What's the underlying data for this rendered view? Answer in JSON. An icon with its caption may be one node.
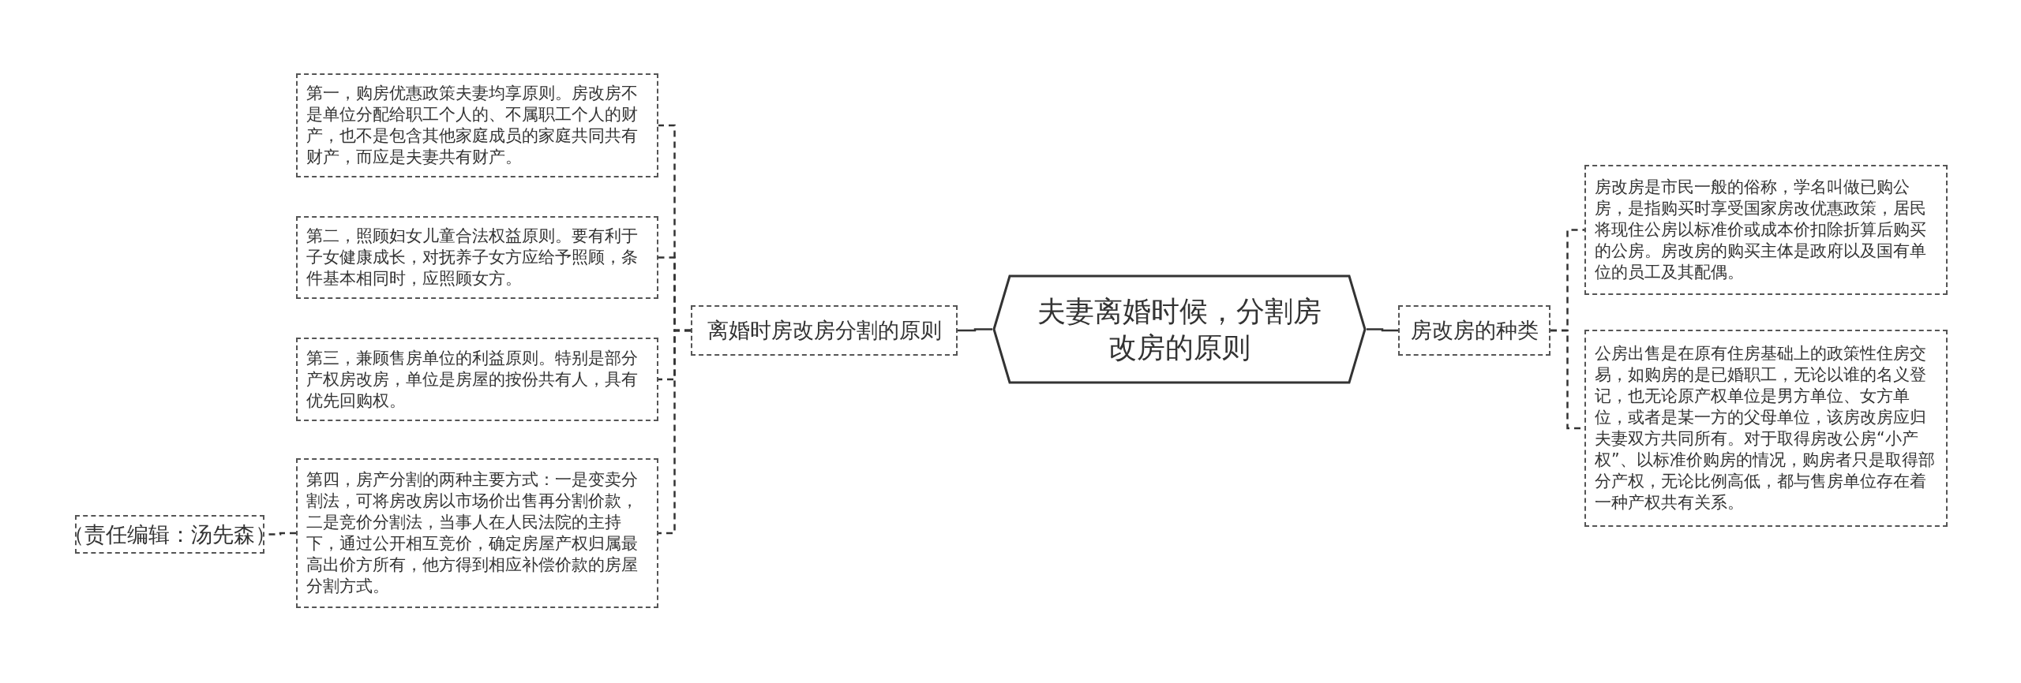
{
  "diagram": {
    "nodes": [
      {
        "text": [
          "夫妻离婚时候，分割房改房的原则"
        ]
      },
      {
        "text": [
          "离婚时房改房分割的原则"
        ]
      },
      {
        "text": [
          "第一，购房优惠政策夫妻均享原则。房改房不是单位分配给职工个人的、不属职工个人的财产，也不是包含其他家庭成员的家庭共同共有财产，而应是夫妻共有财产。"
        ]
      },
      {
        "text": [
          "第二，照顾妇女儿童合法权益原则。要有利于子女健康成长，对抚养子女方应给予照顾，条件基本相同时，应照顾女方。"
        ]
      },
      {
        "text": [
          "第三，兼顾售房单位的利益原则。特别是部分产权房改房，单位是房屋的按份共有人，具有优先回购权。"
        ]
      },
      {
        "text": [
          "第四，房产分割的两种主要方式：一是变卖分割法，可将房改房以市场价出售再分割价款，二是竞价分割法，当事人在人民法院的主持下，通过公开相互竞价，确定房屋产权归属最高出价方所有，他方得到相应补偿价款的房屋分割方式。"
        ]
      },
      {
        "text": [
          "（责任编辑：汤先森）"
        ]
      },
      {
        "text": [
          "房改房的种类"
        ]
      },
      {
        "text": [
          "房改房是市民一般的俗称，学名叫做已购公房，是指购买时享受国家房改优惠政策，居民将现住公房以标准价或成本价扣除折算后购买的公房。房改房的购买主体是政府以及国有单位的员工及其配偶。"
        ]
      },
      {
        "text": [
          "公房出售是在原有住房基础上的政策性住房交易，如购房的是已婚职工，无论以谁的名义登记，也无论原产权单位是男方单位、女方单位，或者是某一方的父母单位，该房改房应归夫妻双方共同所有。对于取得房改公房“小产权”、以标准价购房的情况，购房者只是取得部分产权，无论比例高低，都与售房单位存在着一种产权共有关系。"
        ]
      }
    ],
    "edges": [
      {
        "from": 0,
        "to": 1,
        "arrow": "none"
      },
      {
        "from": 1,
        "to": 2,
        "arrow": "none",
        "style": "dashed"
      },
      {
        "from": 1,
        "to": 3,
        "arrow": "none",
        "style": "dashed"
      },
      {
        "from": 1,
        "to": 4,
        "arrow": "none",
        "style": "dashed"
      },
      {
        "from": 1,
        "to": 5,
        "arrow": "none",
        "style": "dashed"
      },
      {
        "from": 5,
        "to": 6,
        "arrow": "none",
        "style": "dashed"
      },
      {
        "from": 0,
        "to": 7,
        "arrow": "none"
      },
      {
        "from": 7,
        "to": 8,
        "arrow": "none",
        "style": "dashed"
      },
      {
        "from": 7,
        "to": 9,
        "arrow": "none",
        "style": "dashed"
      }
    ]
  }
}
